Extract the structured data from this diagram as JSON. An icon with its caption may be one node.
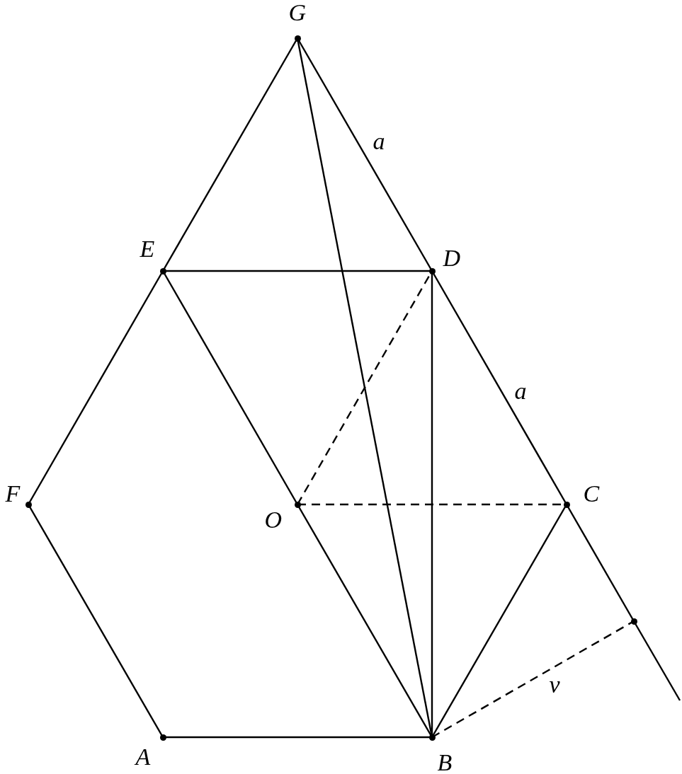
{
  "diagram": {
    "nodes": [
      {
        "text": [
          "G"
        ]
      },
      {
        "text": [
          "E"
        ]
      },
      {
        "text": [
          "D"
        ]
      },
      {
        "text": [
          "F"
        ]
      },
      {
        "text": [
          "O"
        ]
      },
      {
        "text": [
          "C"
        ]
      },
      {
        "text": [],
        "shape": "circle"
      },
      {
        "text": [
          "A"
        ]
      },
      {
        "text": [
          "B"
        ]
      }
    ],
    "edges": [
      {
        "from": 0,
        "to": 1,
        "arrow": "none"
      },
      {
        "from": 0,
        "to": 2,
        "arrow": "none",
        "label": "a"
      },
      {
        "from": 1,
        "to": 2,
        "arrow": "none"
      },
      {
        "from": 2,
        "to": 5,
        "arrow": "none",
        "label": "a"
      },
      {
        "from": 5,
        "to": 6,
        "arrow": "none"
      },
      {
        "from": 6,
        "to": null,
        "arrow": "none"
      },
      {
        "from": 1,
        "to": 3,
        "arrow": "none"
      },
      {
        "from": 3,
        "to": 7,
        "arrow": "none"
      },
      {
        "from": 7,
        "to": 8,
        "arrow": "none"
      },
      {
        "from": 8,
        "to": 5,
        "arrow": "none"
      },
      {
        "from": 1,
        "to": 4,
        "arrow": "none"
      },
      {
        "from": 4,
        "to": 8,
        "arrow": "none"
      },
      {
        "from": 0,
        "to": 8,
        "arrow": "none"
      },
      {
        "from": 2,
        "to": 8,
        "arrow": "none"
      },
      {
        "from": 4,
        "to": 2,
        "arrow": "none",
        "style": "dashed"
      },
      {
        "from": 4,
        "to": 5,
        "arrow": "none",
        "style": "dashed"
      },
      {
        "from": 8,
        "to": 6,
        "arrow": "none",
        "style": "dashed",
        "label": "v"
      }
    ]
  }
}
